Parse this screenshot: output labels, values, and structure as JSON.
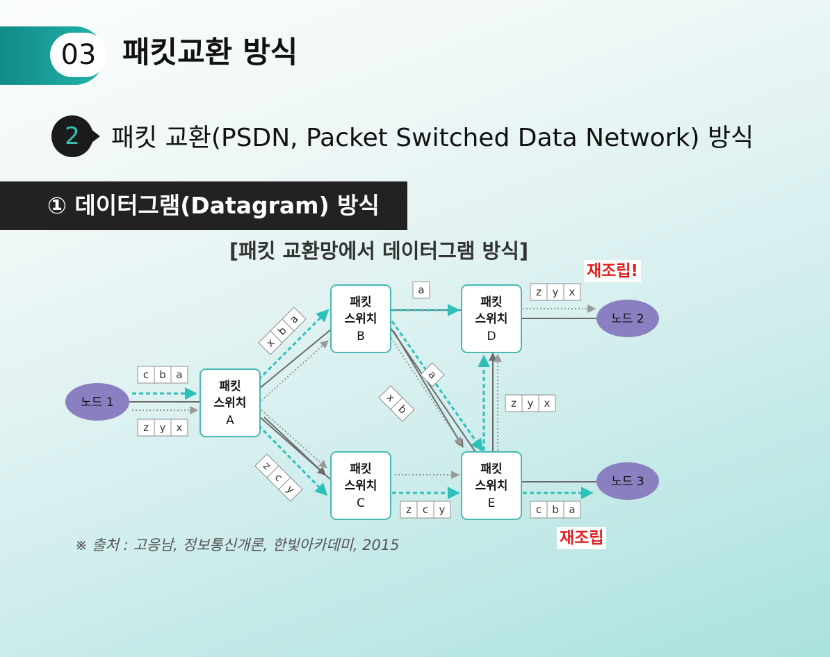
{
  "header": {
    "section_number": "03",
    "section_title": "패킷교환 방식"
  },
  "subheader": {
    "number": "2",
    "title": "패킷 교환(PSDN, Packet Switched Data Network) 방식"
  },
  "method": {
    "title": "① 데이터그램(Datagram) 방식"
  },
  "diagram": {
    "caption": "[패킷 교환망에서 데이터그램 방식]",
    "nodes": {
      "node1": "노드 1",
      "node2": "노드 2",
      "node3": "노드 3"
    },
    "switches": {
      "A": {
        "line1": "패킷",
        "line2": "스위치",
        "letter": "A"
      },
      "B": {
        "line1": "패킷",
        "line2": "스위치",
        "letter": "B"
      },
      "C": {
        "line1": "패킷",
        "line2": "스위치",
        "letter": "C"
      },
      "D": {
        "line1": "패킷",
        "line2": "스위치",
        "letter": "D"
      },
      "E": {
        "line1": "패킷",
        "line2": "스위치",
        "letter": "E"
      }
    },
    "packets": {
      "in_top": [
        "c",
        "b",
        "a"
      ],
      "in_bottom": [
        "z",
        "y",
        "x"
      ],
      "a_to_b": [
        "x",
        "b",
        "a"
      ],
      "a_to_c": [
        "z",
        "c",
        "y"
      ],
      "b_to_d": [
        "a"
      ],
      "b_to_e_a": [
        "a"
      ],
      "b_to_e_xb": [
        "x",
        "b"
      ],
      "e_to_d": [
        "z",
        "y",
        "x"
      ],
      "c_to_e": [
        "z",
        "c",
        "y"
      ],
      "d_out": [
        "z",
        "y",
        "x"
      ],
      "e_out": [
        "c",
        "b",
        "a"
      ]
    },
    "reassembly_top": "재조립!",
    "reassembly_bottom": "재조립"
  },
  "source": "※ 출처 : 고응남, 정보통신개론, 한빛아카데미, 2015",
  "colors": {
    "teal": "#2cc0b8",
    "gray_line": "#6b6b6b",
    "dot_line": "#999999",
    "node_fill": "#8a7fc0",
    "switch_border": "#49b8b1",
    "reassembly_red": "#e21f1f"
  }
}
